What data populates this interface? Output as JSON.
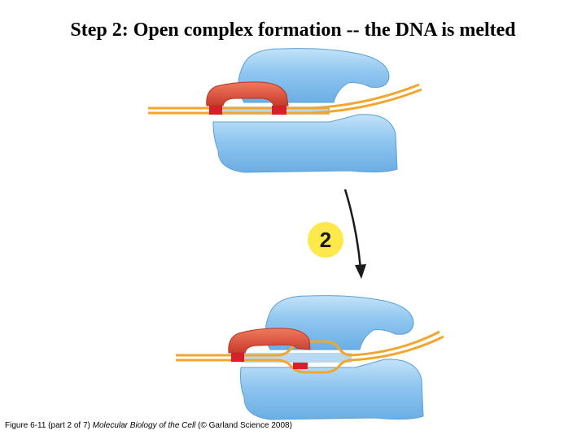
{
  "title": "Step 2: Open complex formation -- the DNA is melted",
  "step_badge": {
    "number": "2"
  },
  "caption": {
    "figure_ref": "Figure 6-11 (part 2 of 7)",
    "book_title": "Molecular Biology of the Cell",
    "copyright": "(© Garland Science 2008)"
  },
  "colors": {
    "polymerase_fill": "#8fc6f0",
    "polymerase_light": "#c4e3f9",
    "polymerase_dark": "#5a9fd6",
    "sigma_fill": "#e0553e",
    "sigma_dark": "#b53524",
    "dna_strand": "#f2a62e",
    "promoter_mark": "#d61f2b",
    "badge_fill": "#fde94c",
    "arrow": "#1a1a1a"
  }
}
